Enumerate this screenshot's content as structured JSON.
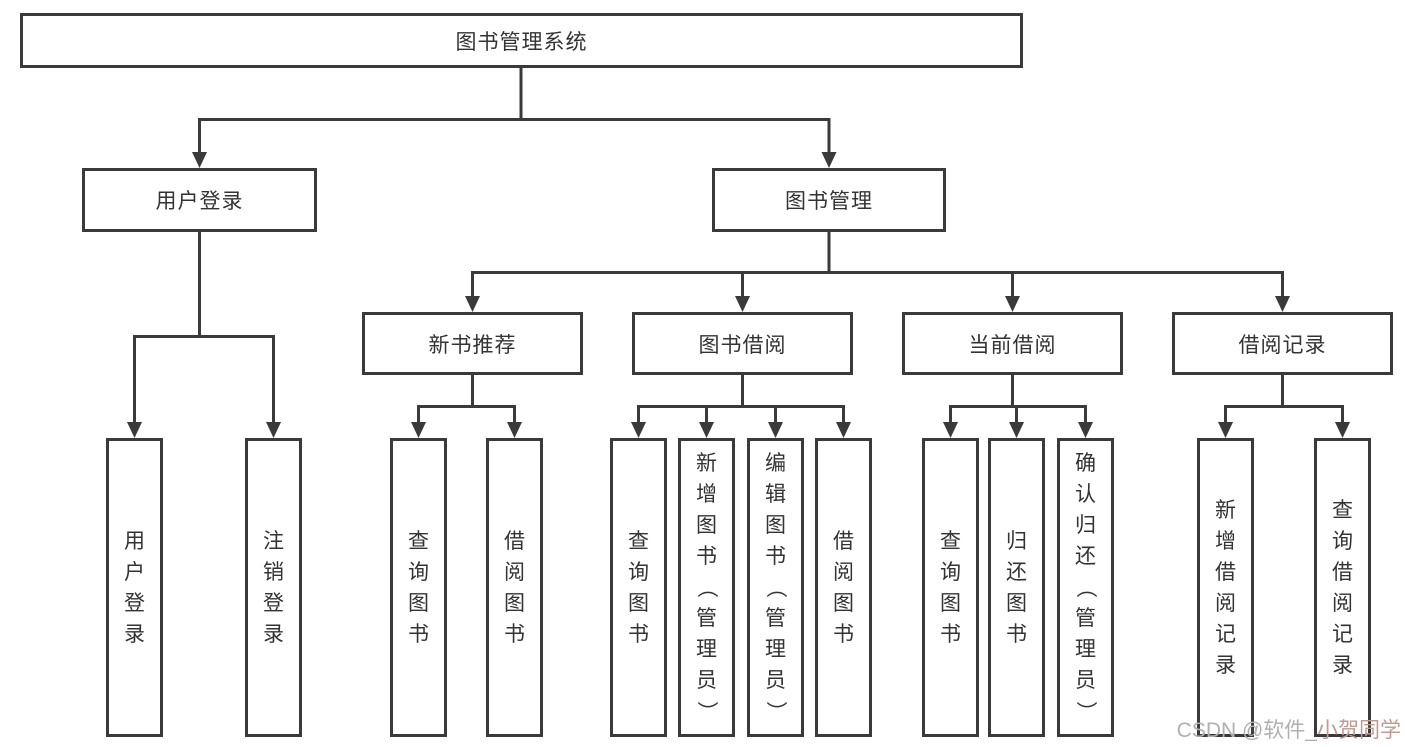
{
  "page": {
    "background": "#ffffff",
    "line_color": "#3a3a3a",
    "text_color": "#333333"
  },
  "root": {
    "label": "图书管理系统"
  },
  "branches": [
    {
      "label": "用户登录",
      "children": [
        {
          "label": "用户登录"
        },
        {
          "label": "注销登录"
        }
      ]
    },
    {
      "label": "图书管理",
      "children": [
        {
          "label": "新书推荐",
          "children": [
            {
              "label": "查询图书"
            },
            {
              "label": "借阅图书"
            }
          ]
        },
        {
          "label": "图书借阅",
          "children": [
            {
              "label": "查询图书"
            },
            {
              "label": "新增图书（管理员）"
            },
            {
              "label": "编辑图书（管理员）"
            },
            {
              "label": "借阅图书"
            }
          ]
        },
        {
          "label": "当前借阅",
          "children": [
            {
              "label": "查询图书"
            },
            {
              "label": "归还图书"
            },
            {
              "label": "确认归还（管理员）"
            }
          ]
        },
        {
          "label": "借阅记录",
          "children": [
            {
              "label": "新增借阅记录"
            },
            {
              "label": "查询借阅记录"
            }
          ]
        }
      ]
    }
  ],
  "watermark": {
    "part1": "CSDN @软件_",
    "part2": "小贺同学",
    "color": "#b1afaf",
    "accent_color": "#c09a92"
  }
}
